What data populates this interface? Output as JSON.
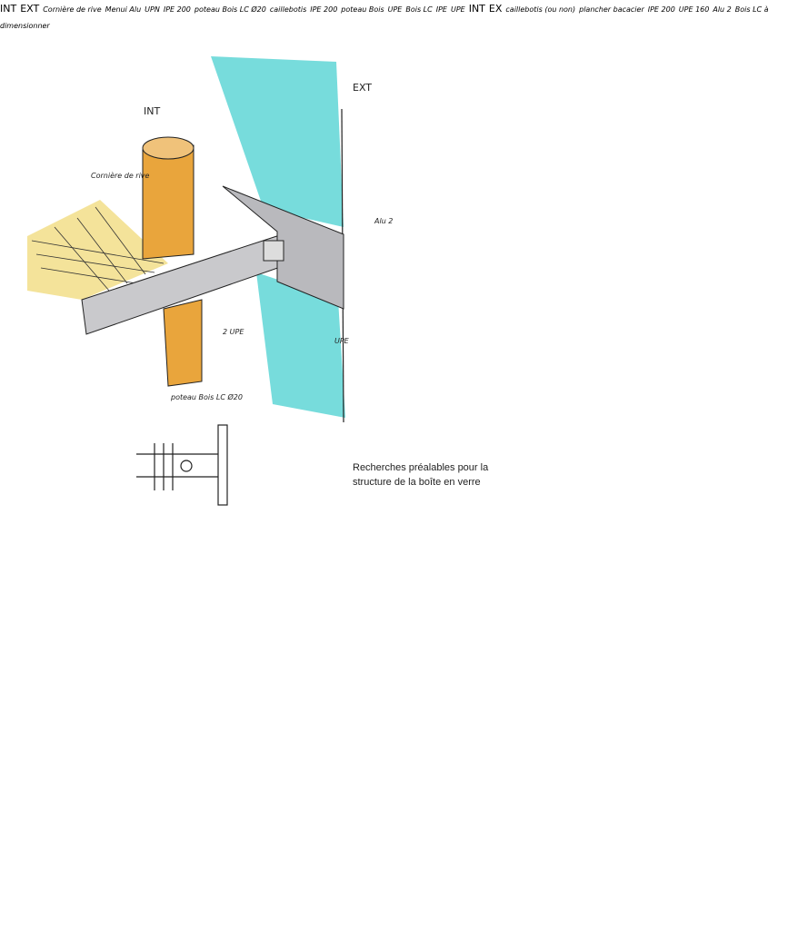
{
  "caption": {
    "line1": "Recherches préalables pour la",
    "line2": "structure de la boîte en verre"
  },
  "sketch1": {
    "int": "INT",
    "ext": "EXT",
    "label_cornice": "Cornière de rive",
    "label_alu": "Alu 2",
    "label_2upe": "2 UPE",
    "label_upe": "UPE",
    "label_post": "poteau Bois LC Ø20"
  },
  "sketch2": {
    "int": "INT",
    "ext": "EXT",
    "label_cornice": "Cornière de rive",
    "label_menui": "Menui Alu",
    "label_upn": "UPN",
    "label_ipe": "IPE 200",
    "label_post": "poteau Bois LC Ø20"
  },
  "plan2": {
    "label_bois": "Bois LC",
    "label_ipe": "IPE",
    "label_upe": "UPE"
  },
  "plan3": {
    "label_grating": "caillebotis",
    "label_ipe": "IPE 200",
    "label_post": "poteau Bois",
    "label_upe": "UPE"
  },
  "sketch3": {
    "int": "INT",
    "ext": "EX",
    "label_grating": "caillebotis (ou non)",
    "label_floor": "plancher bacacier",
    "label_ipe": "IPE 200",
    "label_upe": "UPE 160",
    "label_alu": "Alu 2",
    "label_post": "Bois LC à dimensionner"
  },
  "colors": {
    "glass": "#5fd6d6",
    "wood": "#e9a53c",
    "woodDark": "#d57a22",
    "floor": "#f4e39a",
    "steel": "#b9b9bd"
  }
}
